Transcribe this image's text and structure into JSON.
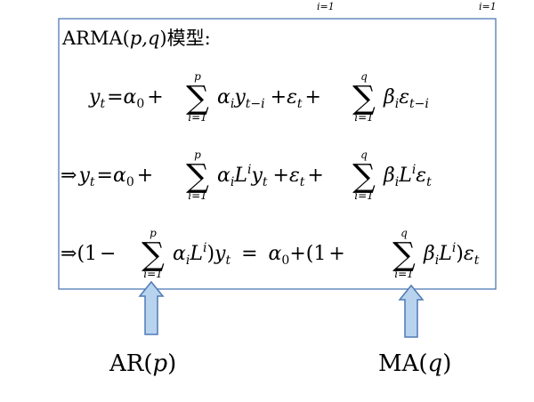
{
  "top_artifacts": {
    "left": "i=1",
    "right": "i=1"
  },
  "box": {
    "title_prefix": "ARMA(",
    "title_vars": "p,q",
    "title_suffix": ")模型:"
  },
  "eq1": {
    "lhs": "y",
    "lhs_sub": "t",
    "eq": "=",
    "alpha": "α",
    "zero": "0",
    "plus": "+",
    "sum": "∑",
    "sum1_top": "p",
    "sum1_bottom": "i=1",
    "term1_a": "α",
    "term1_a_sub": "i",
    "term1_y": "y",
    "term1_y_sub": "t−i",
    "eps": "ε",
    "eps_sub": "t",
    "sum2_top": "q",
    "sum2_bottom": "i=1",
    "term2_b": "β",
    "term2_b_sub": "i",
    "term2_e": "ε",
    "term2_e_sub": "t−i"
  },
  "eq2": {
    "arrow": "⇒",
    "lag": "L",
    "lag_sup": "i",
    "sum1_top": "p",
    "sum1_bottom": "i=1",
    "sum2_top": "q",
    "sum2_bottom": "i=1"
  },
  "eq3": {
    "arrow": "⇒",
    "lparen_one": "(1",
    "minus": "−",
    "plus": "+",
    "rparen": ")",
    "eq": "=",
    "plus_paren": "+(1",
    "sum1_top": "p",
    "sum1_bottom": "i=1",
    "sum2_top": "q",
    "sum2_bottom": "i=1"
  },
  "labels": {
    "ar_prefix": "AR(",
    "ar_var": "p",
    "ar_suffix": ")",
    "ma_prefix": "MA(",
    "ma_var": "q",
    "ma_suffix": ")"
  },
  "colors": {
    "box_border": "#4f7ab5",
    "arrow_fill": "#b8d3ee",
    "arrow_stroke": "#4f7ab5"
  }
}
